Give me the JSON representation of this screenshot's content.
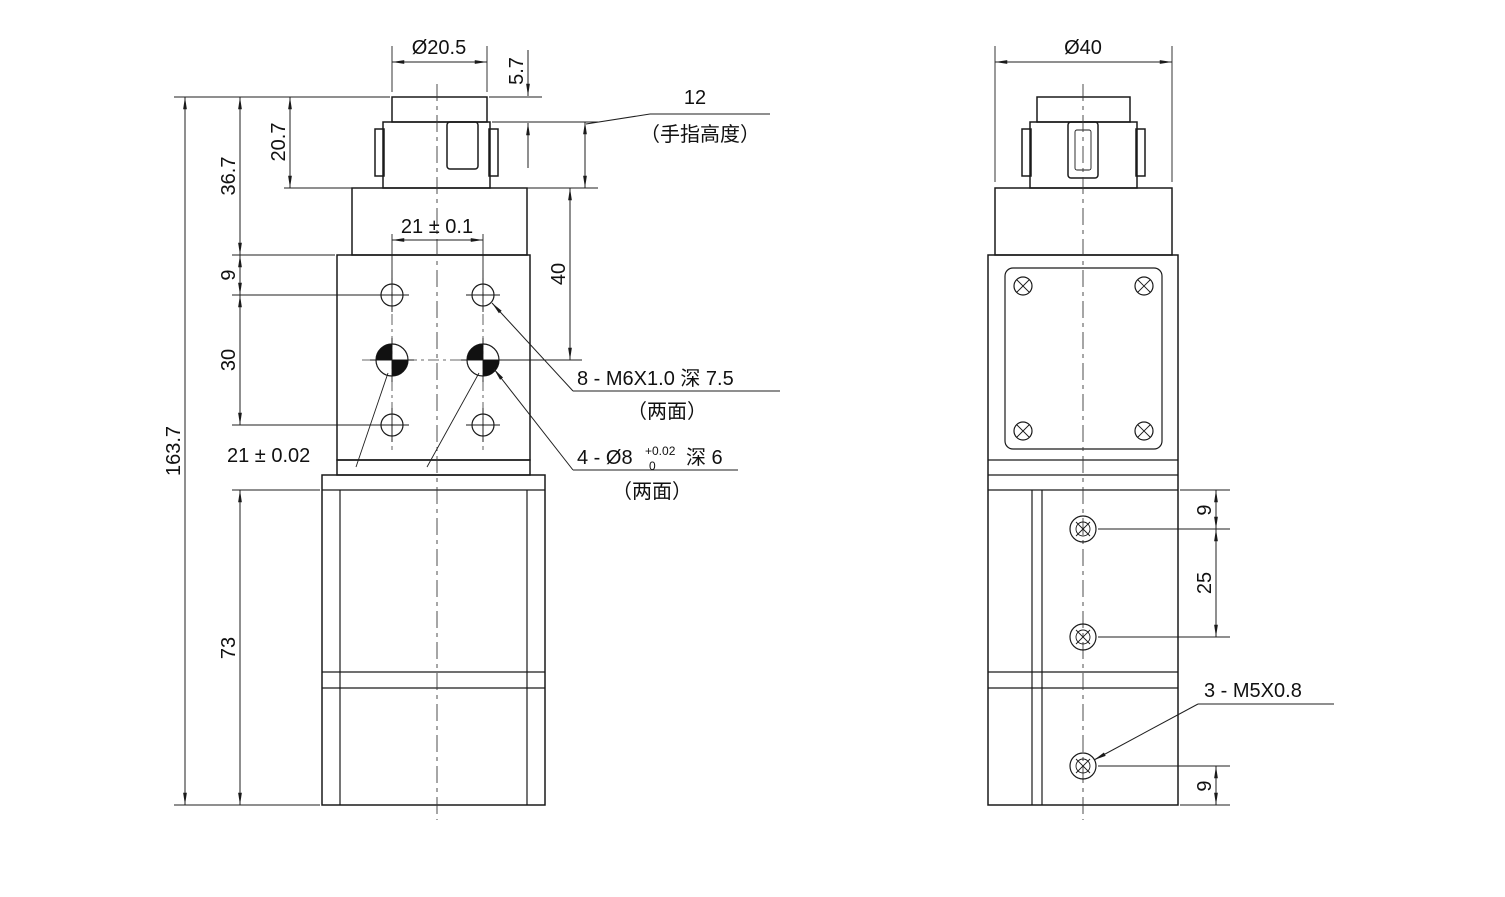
{
  "front_view": {
    "dims": {
      "top_diameter": "Ø20.5",
      "cap_height": "5.7",
      "finger_height_value": "12",
      "finger_height_caption": "（手指高度）",
      "head_height": "20.7",
      "upper_section_height": "36.7",
      "hole_top_offset": "9",
      "hole_row_spacing": "30",
      "overall_height": "163.7",
      "lower_body_height": "73",
      "hole_column_spacing": "21 ± 0.1",
      "dowel_hole_spacing": "21 ± 0.02",
      "mount_face_height": "40"
    },
    "notes": {
      "thread_note": "8 - M6X1.0 深 7.5",
      "thread_note_sides": "（两面）",
      "dowel_note_prefix": "4 - Ø8",
      "dowel_note_tol_upper": "+0.02",
      "dowel_note_tol_lower": "0",
      "dowel_note_suffix": "深 6",
      "dowel_note_sides": "（两面）"
    }
  },
  "side_view": {
    "dims": {
      "top_diameter": "Ø40",
      "port_top_offset": "9",
      "port_spacing": "25",
      "port_bottom_offset": "9"
    },
    "notes": {
      "port_note": "3 - M5X0.8"
    }
  }
}
